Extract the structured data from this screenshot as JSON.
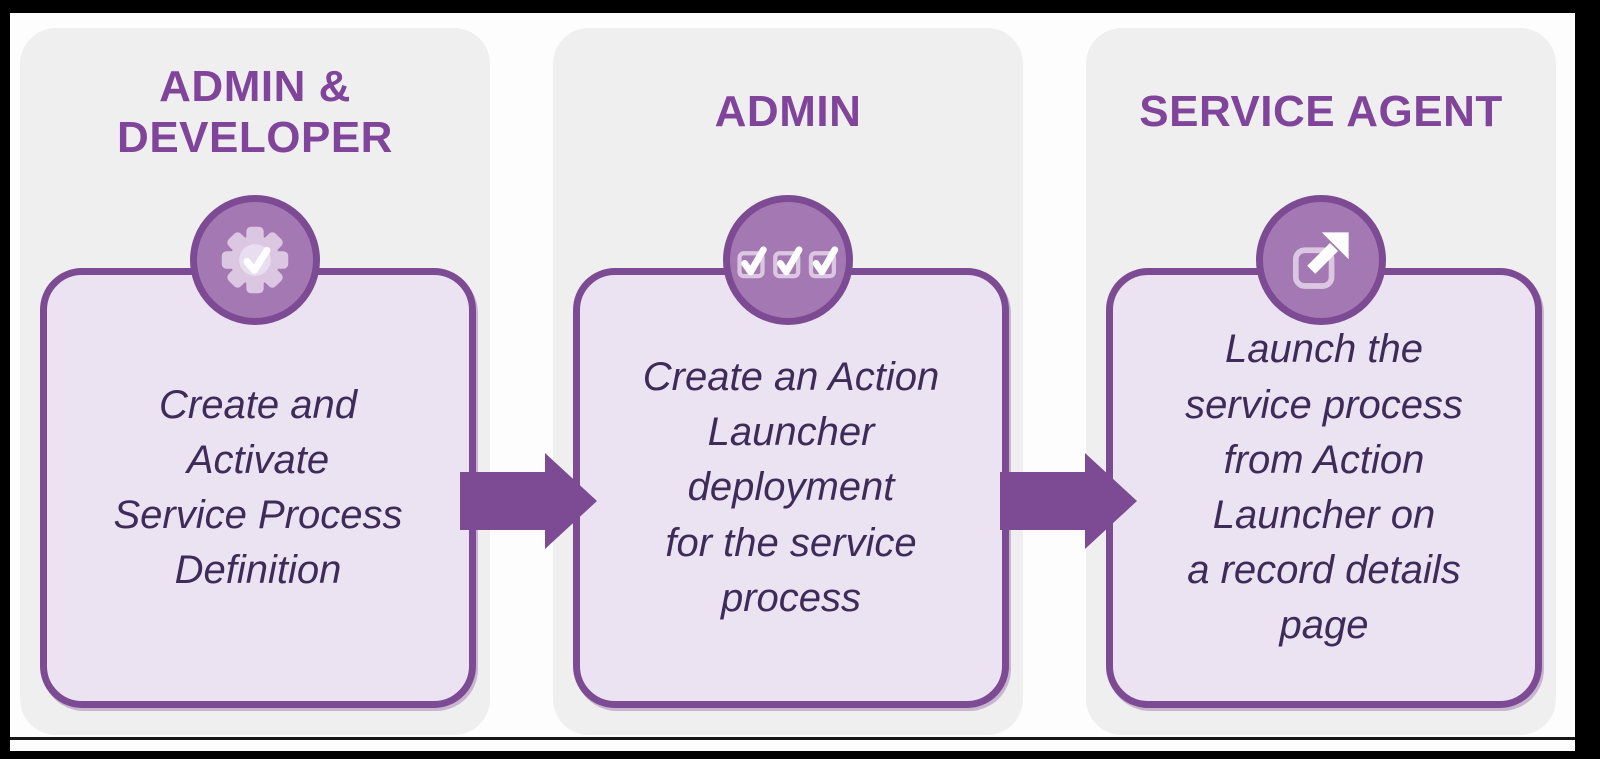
{
  "diagram": {
    "type": "process-flow",
    "columns": [
      {
        "role": "ADMIN &\nDEVELOPER",
        "icon": "gear-check-icon",
        "description": "Create and\nActivate\nService Process\nDefinition"
      },
      {
        "role": "ADMIN",
        "icon": "checklist-icon",
        "description": "Create an Action\nLauncher\ndeployment\nfor the service\nprocess"
      },
      {
        "role": "SERVICE AGENT",
        "icon": "launch-icon",
        "description": "Launch the\nservice process\nfrom Action\nLauncher on\na record details\npage"
      }
    ],
    "arrows": [
      "right",
      "right"
    ]
  },
  "colors": {
    "c-frame": "#000000",
    "c-canvas": "#fdfdfd",
    "c-column": "#f0eff0",
    "c-heading": "#80459b",
    "c-structure": "#7d4b93",
    "c-circle": "#a478b2",
    "c-icon-light": "#dbc7e2",
    "c-icon-disc": "#e9ddf0",
    "c-panel": "#ebe3f1",
    "c-text": "#3f2b59",
    "c-rule": "#161616",
    "c-white": "#ffffff"
  }
}
